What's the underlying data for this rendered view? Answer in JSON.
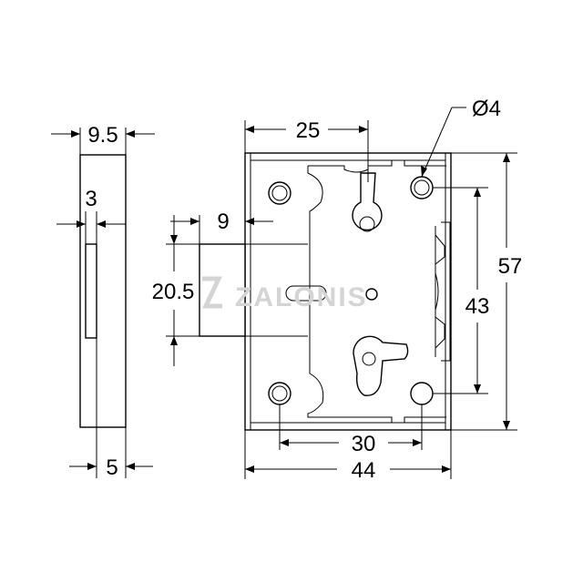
{
  "drawing": {
    "watermark": "ZALONIS",
    "dimensions": {
      "faceplate_width": "9.5",
      "slot_offset": "3",
      "slot_bottom": "5",
      "bolt_throw": "9",
      "bolt_height": "20.5",
      "backset": "25",
      "hole_diameter": "Ø4",
      "overall_height": "57",
      "hole_spacing_vertical": "43",
      "hole_spacing_horizontal": "30",
      "overall_width": "44"
    }
  }
}
